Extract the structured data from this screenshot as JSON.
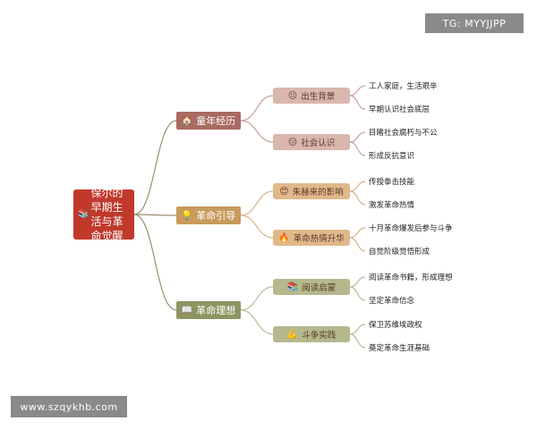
{
  "watermark_top": "TG: MYYJJPP",
  "watermark_bottom": "www.szqykhb.com",
  "root": {
    "icon": "📚",
    "label": "保尔的早期生活与革命觉醒"
  },
  "branches": [
    {
      "icon": "🏠",
      "label": "童年经历",
      "color": "#a86a62",
      "children": [
        {
          "icon": "😐",
          "label": "出生背景",
          "color": "#d9b6ae",
          "leaves": [
            "工人家庭，生活艰辛",
            "早期认识社会底层"
          ]
        },
        {
          "icon": "😑",
          "label": "社会认识",
          "color": "#d9b6ae",
          "leaves": [
            "目睹社会腐朽与不公",
            "形成反抗意识"
          ]
        }
      ]
    },
    {
      "icon": "💡",
      "label": "革命引导",
      "color": "#c89a5c",
      "children": [
        {
          "icon": "😊",
          "label": "朱赫来的影响",
          "color": "#e1b88a",
          "leaves": [
            "传授拳击技能",
            "激发革命热情"
          ]
        },
        {
          "icon": "🔥",
          "label": "革命热情升华",
          "color": "#e1b88a",
          "leaves": [
            "十月革命爆发后参与斗争",
            "自觉阶级觉悟形成"
          ]
        }
      ]
    },
    {
      "icon": "📖",
      "label": "革命理想",
      "color": "#8e9462",
      "children": [
        {
          "icon": "📚",
          "label": "阅读启蒙",
          "color": "#b4b88c",
          "leaves": [
            "阅读革命书籍，形成理想",
            "坚定革命信念"
          ]
        },
        {
          "icon": "💪",
          "label": "斗争实践",
          "color": "#b4b88c",
          "leaves": [
            "保卫苏维埃政权",
            "奠定革命生涯基础"
          ]
        }
      ]
    }
  ]
}
